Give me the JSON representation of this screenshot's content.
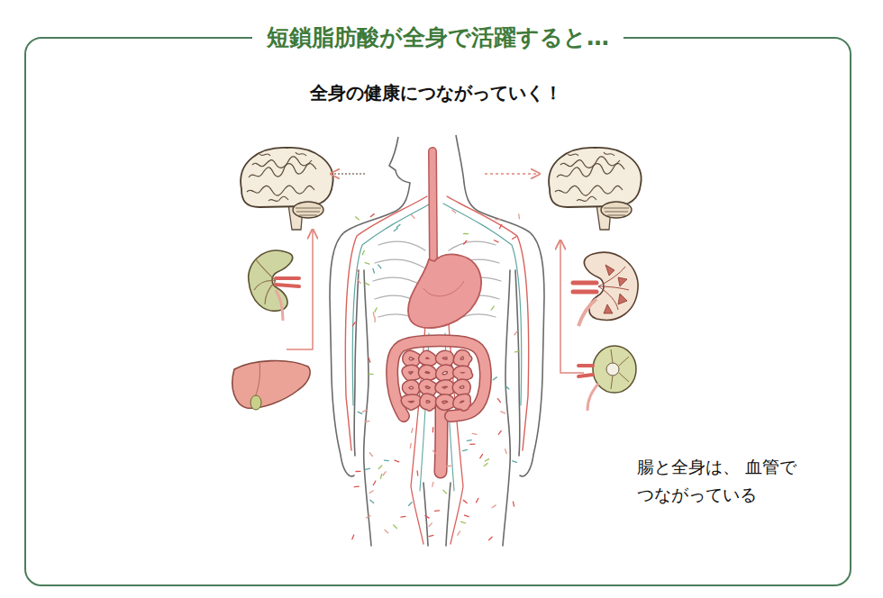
{
  "diagram": {
    "title": "短鎖脂肪酸が全身で活躍すると…",
    "labels": [
      "全身の健康につながっていく！",
      "腸と全身は、 血管で つながっている"
    ]
  }
}
